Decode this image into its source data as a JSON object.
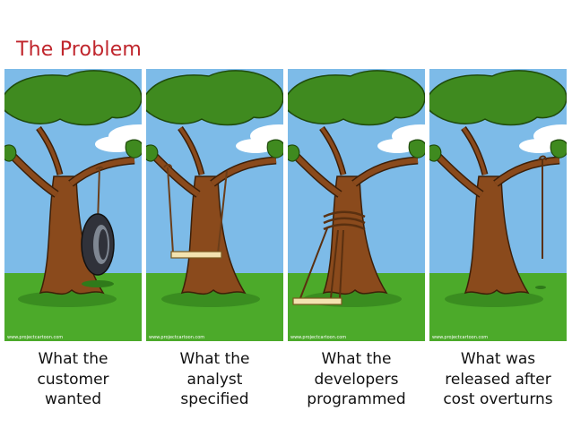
{
  "slide": {
    "title": "The Problem"
  },
  "colors": {
    "title": "#c0262d",
    "sky": "#7dbbe8",
    "grass": "#4caa2a",
    "trunk": "#8a4a1c",
    "foliage": "#3f8a1f"
  },
  "panels": [
    {
      "id": "customer",
      "credit": "www.projectcartoon.com",
      "caption": [
        "What the",
        "customer",
        "wanted"
      ],
      "swing": "tire-swing-icon"
    },
    {
      "id": "analyst",
      "credit": "www.projectcartoon.com",
      "caption": [
        "What the",
        "analyst",
        "specified"
      ],
      "swing": "board-swing-icon"
    },
    {
      "id": "developers",
      "credit": "www.projectcartoon.com",
      "caption": [
        "What the",
        "developers",
        "programmed"
      ],
      "swing": "wrapped-swing-icon"
    },
    {
      "id": "released",
      "credit": "www.projectcartoon.com",
      "caption": [
        "What was",
        "released after",
        "cost overturns"
      ],
      "swing": "dangling-rope-icon"
    }
  ]
}
